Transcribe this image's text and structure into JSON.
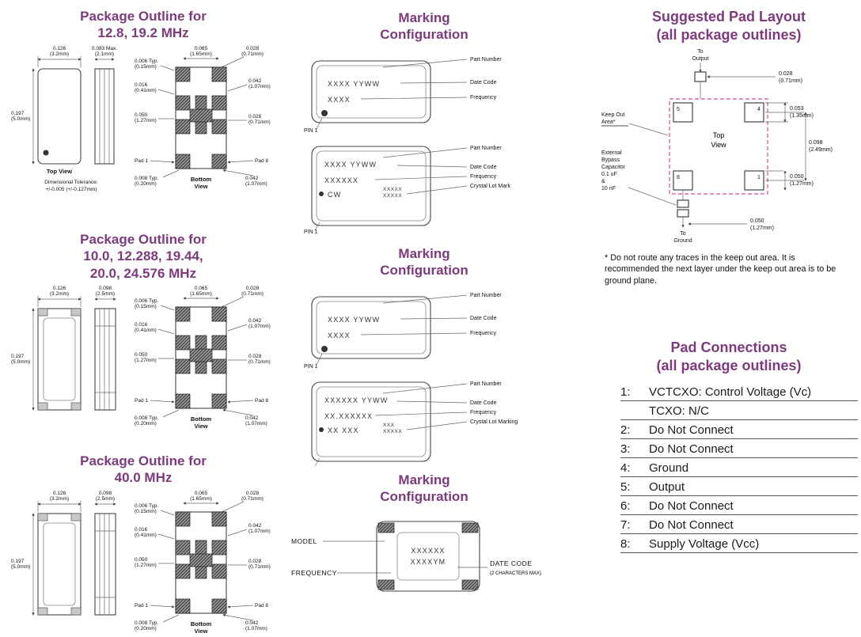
{
  "headings": {
    "pkg1": [
      "Package Outline for",
      "12.8, 19.2 MHz"
    ],
    "pkg2": [
      "Package Outline for",
      "10.0, 12.288, 19.44,",
      "20.0, 24.576 MHz"
    ],
    "pkg3": [
      "Package Outline for",
      "40.0 MHz"
    ],
    "marking1": [
      "Marking",
      "Configuration"
    ],
    "marking2": [
      "Marking",
      "Configuration"
    ],
    "marking3": [
      "Marking",
      "Configuration"
    ],
    "pad_layout": [
      "Suggested Pad Layout",
      "(all package outlines)"
    ],
    "pad_connections": [
      "Pad Connections",
      "(all package outlines)"
    ]
  },
  "colors": {
    "heading": "#7d3a7d",
    "keepout": "#d6489b"
  },
  "dims": {
    "d126": {
      "v": "0.126",
      "mm": "(3.2mm)"
    },
    "d083": {
      "v": "0.083 Max.",
      "mm": "(2.1mm)"
    },
    "d098": {
      "v": "0.098",
      "mm": "(2.5mm)"
    },
    "d197": {
      "v": "0.197",
      "mm": "(5.0mm)"
    },
    "d065": {
      "v": "0.065",
      "mm": "(1.65mm)"
    },
    "d028": {
      "v": "0.028",
      "mm": "(0.71mm)"
    },
    "d006": {
      "v": "0.006 Typ.",
      "mm": "(0.15mm)"
    },
    "d016": {
      "v": "0.016",
      "mm": "(0.41mm)"
    },
    "d042": {
      "v": "0.042",
      "mm": "(1.07mm)"
    },
    "d050": {
      "v": "0.050",
      "mm": "(1.27mm)"
    },
    "d008": {
      "v": "0.008 Typ.",
      "mm": "(0.20mm)"
    }
  },
  "labels": {
    "top_view": "Top View",
    "bottom": "Bottom",
    "view": "View",
    "pad1": "Pad 1",
    "pad8": "Pad 8",
    "tolerance1": "Dimensional Tolerance:",
    "tolerance2": "+/-0.005 (+/-0.127mm)"
  },
  "marking1": {
    "a": {
      "line1": "XXXX  YYWW",
      "line2": "XXXX",
      "c_part": "Part Number",
      "c_date": "Date Code",
      "c_freq": "Frequency",
      "pin1": "PIN 1"
    },
    "b": {
      "line1": "XXXX  YYWW",
      "line2": "XXXXXX",
      "line3": "CW",
      "lot1": "XXXXX",
      "lot2": "XXXXX",
      "c_part": "Part Number",
      "c_date": "Date Code",
      "c_freq": "Frequency",
      "c_lot": "Crystal Lot Mark",
      "pin1": "PIN 1"
    }
  },
  "marking2": {
    "a": {
      "line1": "XXXX  YYWW",
      "line2": "XXXX",
      "c_part": "Part Number",
      "c_date": "Date Code",
      "c_freq": "Frequency",
      "pin1": "PIN 1"
    },
    "b": {
      "line1": "XXXXXX YYWW",
      "line2": "XX.XXXXXX",
      "line3": "XX XXX",
      "lot1": "XXX",
      "lot2": "XXXXX",
      "c_part": "Part Number",
      "c_date": "Date Code",
      "c_freq": "Frequency",
      "c_lot": "Crystal Lot Marking",
      "pin1": ""
    }
  },
  "marking3": {
    "model": "MODEL",
    "frequency": "FREQUENCY",
    "line1": "XXXXXX",
    "line2": "XXXXYM",
    "date_code": "DATE CODE",
    "date_code_sub": "(2 CHARACTERS MAX)"
  },
  "pad_layout": {
    "to1": "To",
    "to_output": "Output",
    "to2": "To",
    "to_ground": "Ground",
    "keep1": "Keep Out",
    "keep2": "Area*",
    "bypass": [
      "External",
      "Bypass",
      "Capacitor",
      "0.1 uF",
      "&",
      "10 nF"
    ],
    "top": "Top",
    "view": "View",
    "pads": {
      "p5": "5",
      "p4": "4",
      "p8": "8",
      "p1": "1"
    },
    "d028": {
      "v": "0.028",
      "mm": "(0.71mm)"
    },
    "d053": {
      "v": "0.053",
      "mm": "(1.35mm)"
    },
    "d098": {
      "v": "0.098",
      "mm": "(2.49mm)"
    },
    "d050a": {
      "v": "0.050",
      "mm": "(1.27mm)"
    },
    "d050b": {
      "v": "0.050",
      "mm": "(1.27mm)"
    },
    "note": "* Do not route any traces in the keep out area. It is recommended the next layer under the keep out area is to be ground plane."
  },
  "pad_connections": {
    "lines": [
      {
        "num": "1:",
        "label": "VCTCXO: Control Voltage (Vc)"
      },
      {
        "num": "",
        "label": "TCXO: N/C"
      },
      {
        "num": "2:",
        "label": "Do Not Connect"
      },
      {
        "num": "3:",
        "label": "Do Not Connect"
      },
      {
        "num": "4:",
        "label": "Ground"
      },
      {
        "num": "5:",
        "label": "Output"
      },
      {
        "num": "6:",
        "label": "Do Not Connect"
      },
      {
        "num": "7:",
        "label": "Do Not Connect"
      },
      {
        "num": "8:",
        "label": "Supply Voltage (Vcc)"
      }
    ]
  }
}
